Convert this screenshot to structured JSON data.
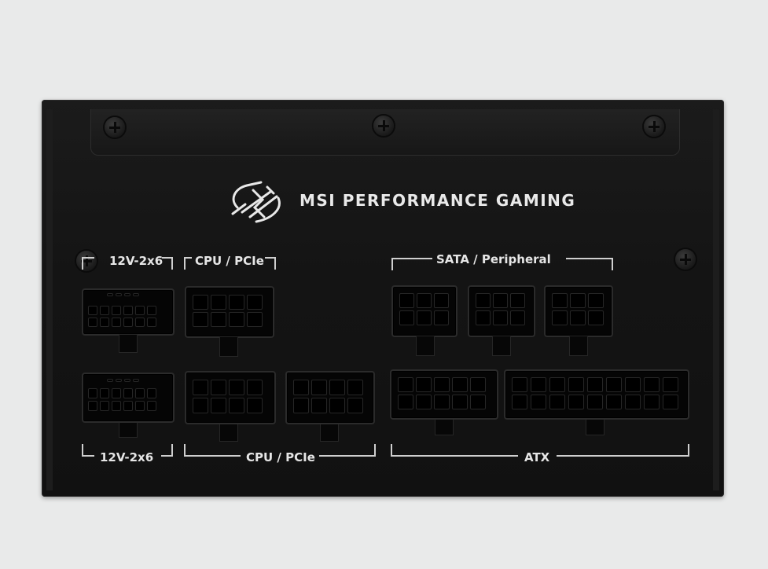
{
  "product": {
    "brand_text": "MSI PERFORMANCE GAMING",
    "logo_icon": "msi-performance-gaming-logo"
  },
  "labels": {
    "top_left": "12V-2x6",
    "top_cpu": "CPU / PCIe",
    "top_sata": "SATA / Peripheral",
    "bottom_left": "12V-2x6",
    "bottom_cpu": "CPU / PCIe",
    "bottom_atx": "ATX"
  },
  "colors": {
    "background": "#e9eaea",
    "chassis": "#151515",
    "text": "#e6e6e6"
  }
}
